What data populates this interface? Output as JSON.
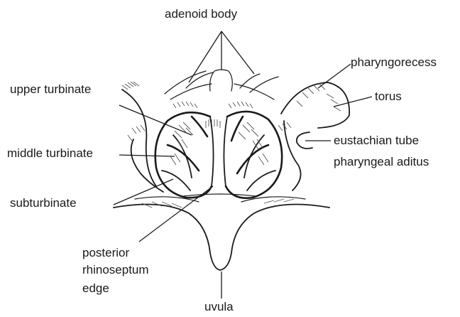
{
  "labels": {
    "adenoid_body": "adenoid body",
    "pharyngorecess": "pharyngorecess",
    "upper_turbinate": "upper turbinate",
    "torus": "torus",
    "eustachian_tube": "eustachian tube",
    "pharyngeal_aditus": "pharyngeal aditus",
    "middle_turbinate": "middle turbinate",
    "subturbinate": "subturbinate",
    "posterior": "posterior",
    "rhinoseptum": "rhinoseptum",
    "edge": "edge",
    "uvula": "uvula"
  }
}
